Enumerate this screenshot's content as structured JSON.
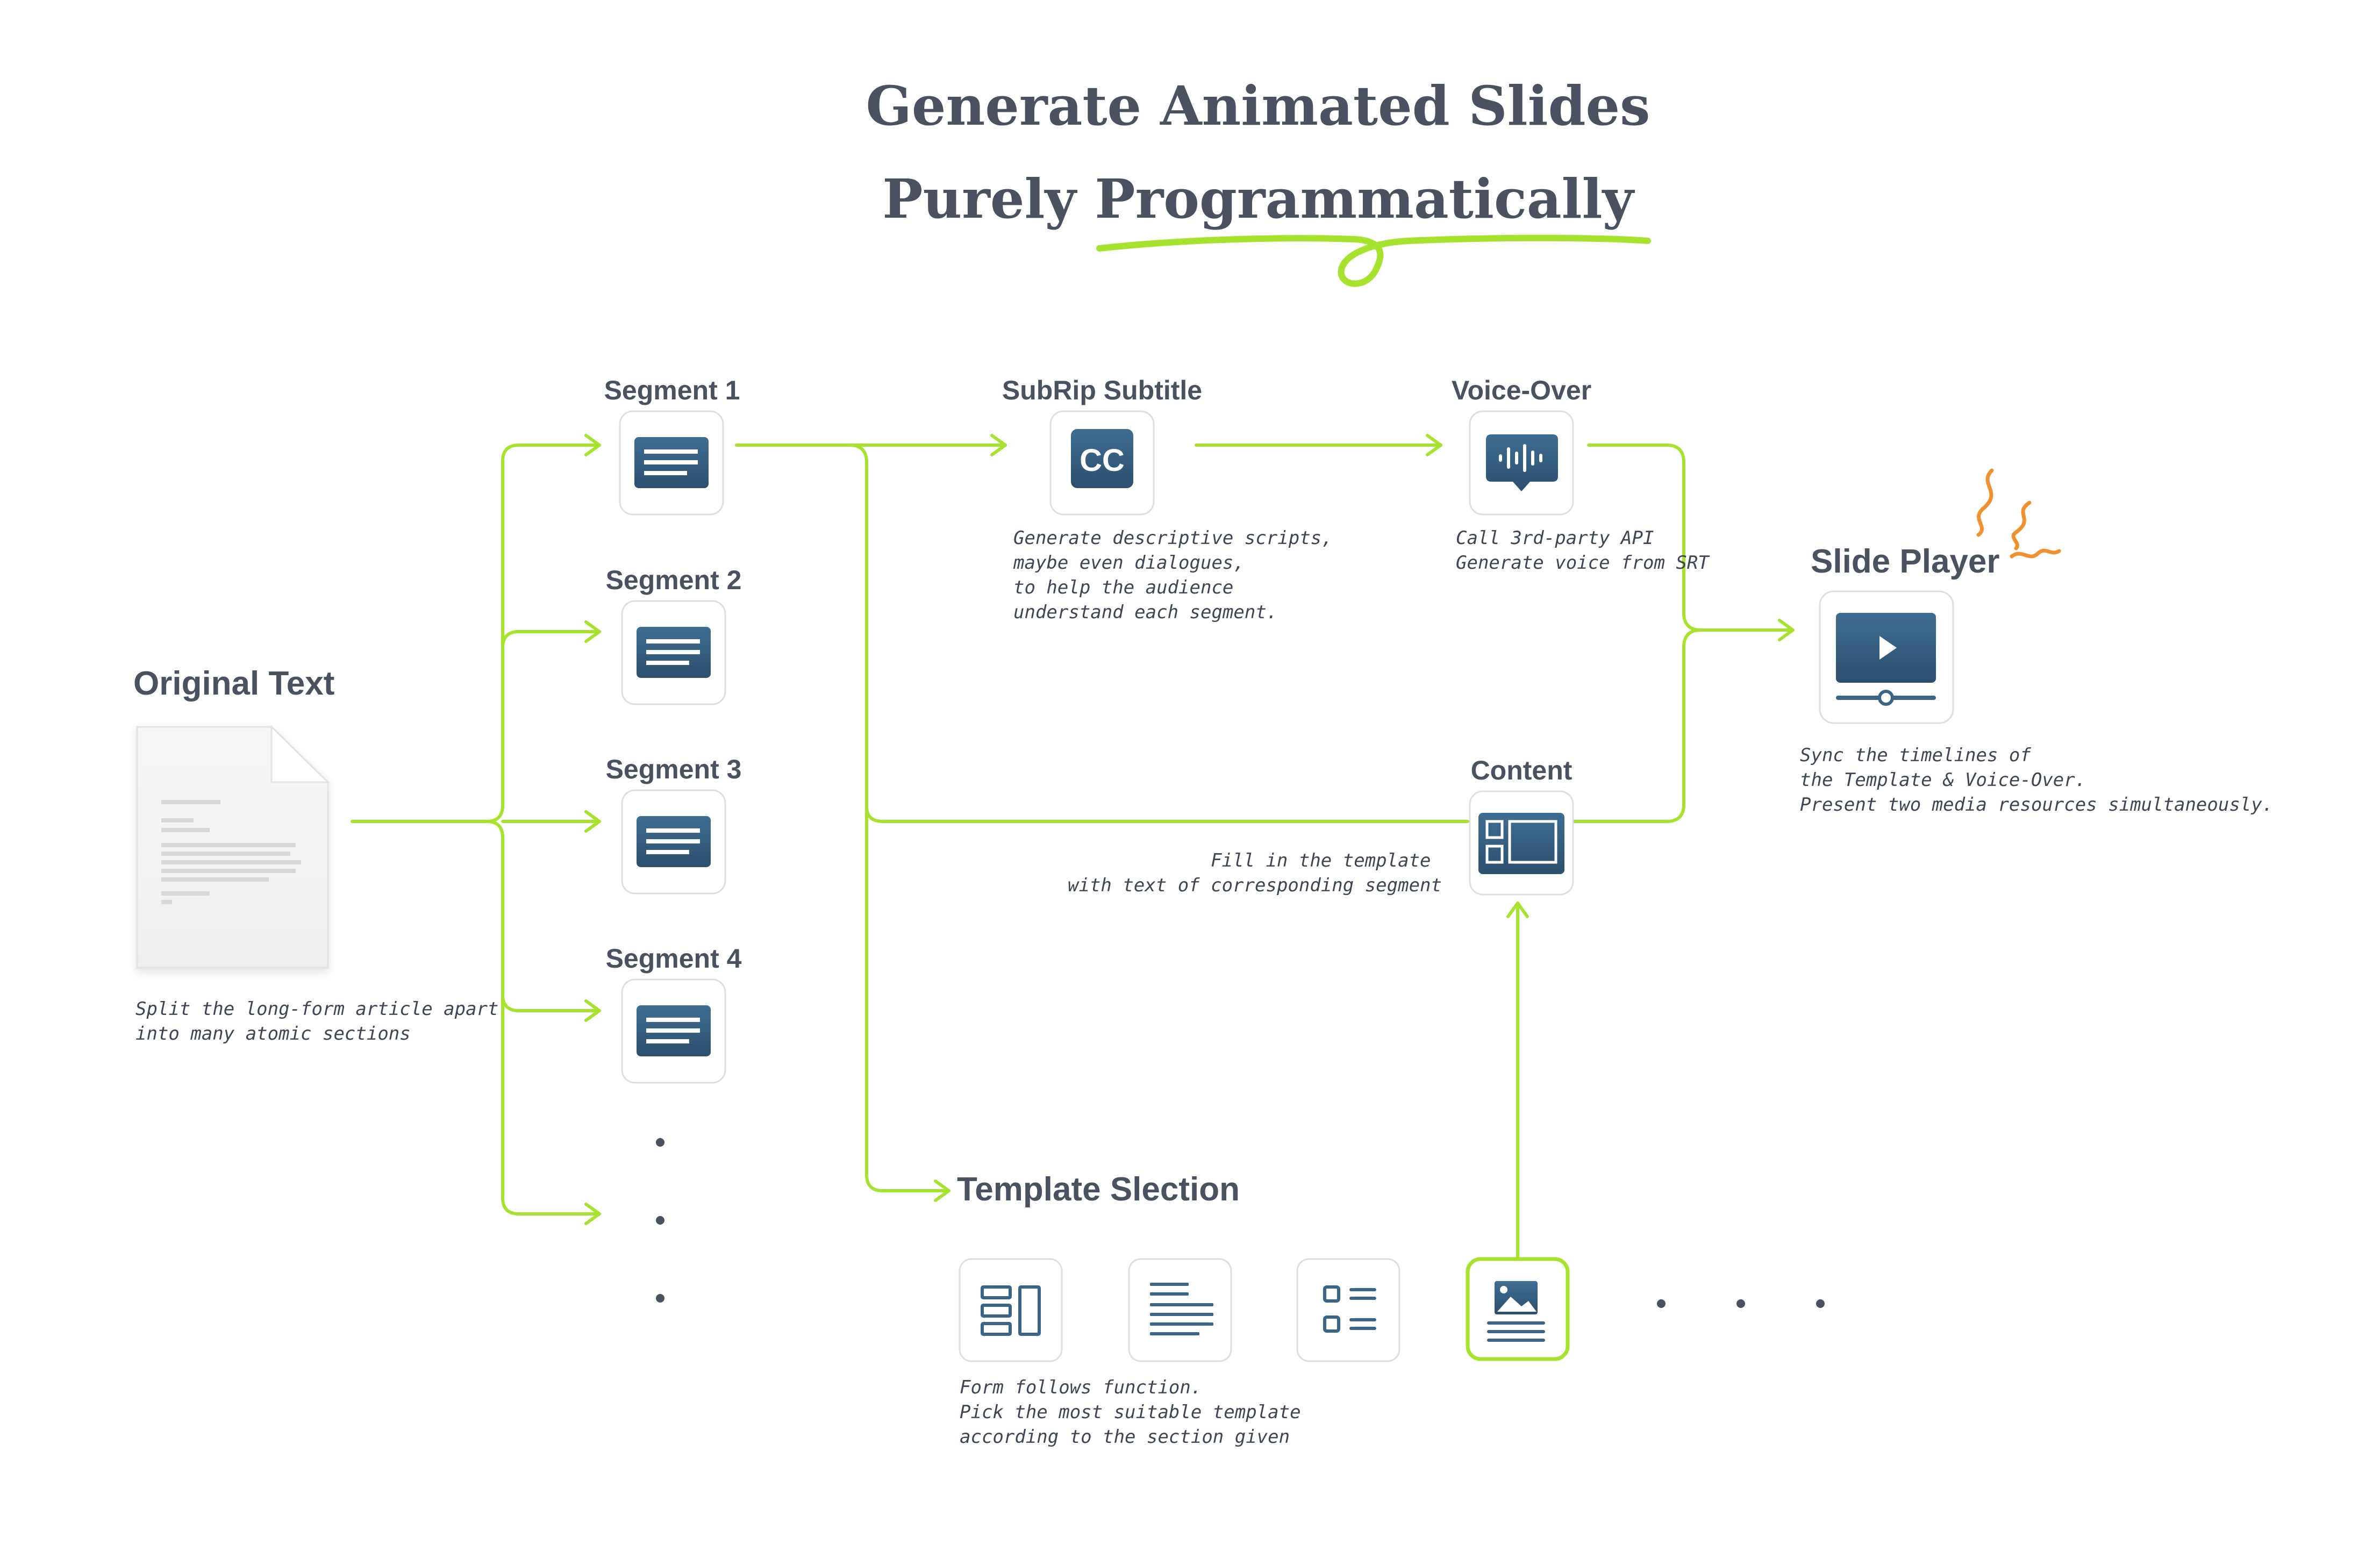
{
  "title": {
    "line1": "Generate Animated Slides",
    "line2": "Purely Programmatically"
  },
  "colors": {
    "text": "#4a5261",
    "connector": "#a6e22e",
    "icon": "#3a6587",
    "accent": "#f0902f"
  },
  "original": {
    "label": "Original Text",
    "note": [
      "Split the long-form article apart",
      "into many atomic sections"
    ],
    "icon": "document-icon"
  },
  "segments": [
    {
      "label": "Segment 1",
      "icon": "text-lines-icon"
    },
    {
      "label": "Segment 2",
      "icon": "text-lines-icon"
    },
    {
      "label": "Segment 3",
      "icon": "text-lines-icon"
    },
    {
      "label": "Segment 4",
      "icon": "text-lines-icon"
    }
  ],
  "subtitle": {
    "label": "SubRip Subtitle",
    "icon_text": "CC",
    "icon": "closed-caption-icon",
    "note": [
      "Generate descriptive scripts,",
      "maybe even dialogues,",
      "to help the audience",
      "understand each segment."
    ]
  },
  "voiceover": {
    "label": "Voice-Over",
    "icon": "voice-waveform-icon",
    "note": [
      "Call 3rd-party API",
      "Generate voice from SRT"
    ]
  },
  "content": {
    "label": "Content",
    "icon": "slide-layout-icon",
    "note": [
      "Fill in the template",
      "with text of corresponding segment"
    ]
  },
  "player": {
    "label": "Slide Player",
    "icon": "video-player-icon",
    "note": [
      "Sync the timelines of",
      "the Template & Voice-Over.",
      "Present two media resources simultaneously."
    ]
  },
  "templates": {
    "label": "Template Slection",
    "note": [
      "Form follows function.",
      "Pick the most suitable template",
      "according to the section given"
    ],
    "items": [
      {
        "icon": "columns-layout-icon",
        "selected": false
      },
      {
        "icon": "text-paragraph-icon",
        "selected": false
      },
      {
        "icon": "checklist-icon",
        "selected": false
      },
      {
        "icon": "image-with-text-icon",
        "selected": true
      }
    ]
  }
}
